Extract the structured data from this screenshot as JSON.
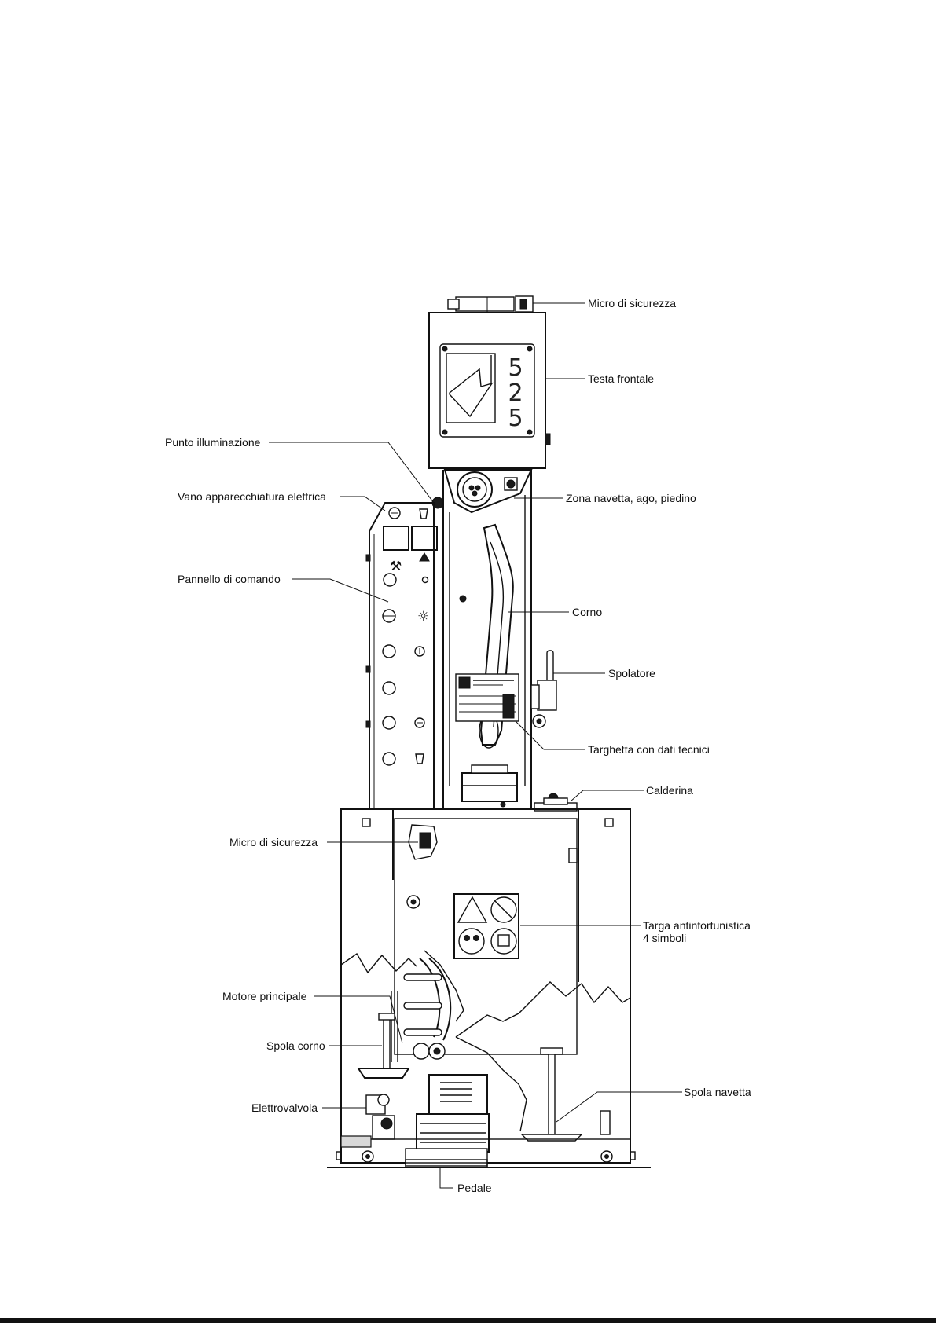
{
  "diagram": {
    "model_number": [
      "5",
      "2",
      "5"
    ],
    "labels": {
      "micro_sicurezza_top": "Micro di sicurezza",
      "testa_frontale": "Testa frontale",
      "punto_illuminazione": "Punto illuminazione",
      "vano_elettrica": "Vano apparecchiatura elettrica",
      "zona_navetta": "Zona navetta, ago, piedino",
      "pannello_comando": "Pannello di comando",
      "corno": "Corno",
      "spolatore": "Spolatore",
      "targhetta": "Targhetta con dati tecnici",
      "calderina": "Calderina",
      "micro_sicurezza_bottom": "Micro di sicurezza",
      "targa_line1": "Targa antinfortunistica",
      "targa_line2": "4 simboli",
      "motore": "Motore principale",
      "spola_corno": "Spola corno",
      "elettrovalvola": "Elettrovalvola",
      "spola_navetta": "Spola navetta",
      "pedale": "Pedale"
    }
  }
}
